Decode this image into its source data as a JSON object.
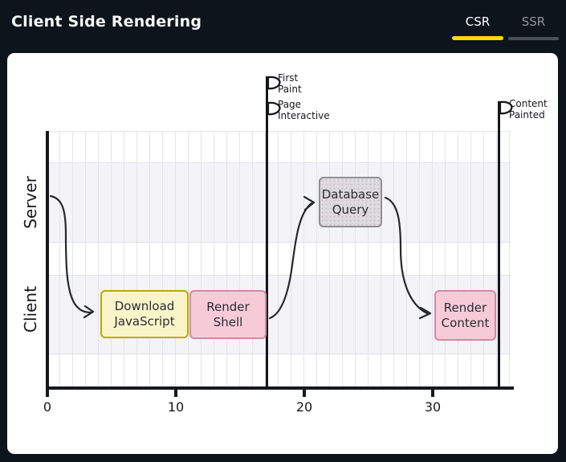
{
  "app": {
    "title": "Client Side Rendering",
    "tabs": [
      {
        "label": "CSR",
        "active": true
      },
      {
        "label": "SSR",
        "active": false
      }
    ],
    "active_tab": "CSR"
  },
  "colors": {
    "background": "#0d141b",
    "card": "#ffffff",
    "accent": "#ffd908",
    "tab_inactive_text": "#8f959c",
    "tab_inactive_underline": "#4b5058",
    "yellow_fill": "#faf5c9",
    "yellow_border": "#b9a900",
    "pink_fill": "#f6cbd7",
    "pink_border": "#cf8ba2",
    "gray_fill": "#dcdce0",
    "gray_border": "#8e8e96",
    "grid_line": "#e3e3ec",
    "lane_band": "#f3f3f8",
    "ink": "#17181d"
  },
  "chart_data": {
    "type": "timeline",
    "title": "Client Side Rendering",
    "lanes": [
      {
        "label": "Server"
      },
      {
        "label": "Client"
      }
    ],
    "x_ticks": [
      0,
      10,
      20,
      30
    ],
    "x_range": [
      0,
      36
    ],
    "grid": true,
    "events": [
      {
        "label": "Download JavaScript",
        "lane": "Client",
        "start": 4,
        "end": 11,
        "style": "yellow"
      },
      {
        "label": "Render Shell",
        "lane": "Client",
        "start": 11,
        "end": 17,
        "style": "pink"
      },
      {
        "label": "Database Query",
        "lane": "Server",
        "start": 21,
        "end": 26,
        "style": "gray"
      },
      {
        "label": "Render Content",
        "lane": "Client",
        "start": 30,
        "end": 35,
        "style": "pink"
      }
    ],
    "milestones": [
      {
        "label": "First Paint",
        "t": 17
      },
      {
        "label": "Page Interactive",
        "t": 17
      },
      {
        "label": "Content Painted",
        "t": 35
      }
    ]
  }
}
